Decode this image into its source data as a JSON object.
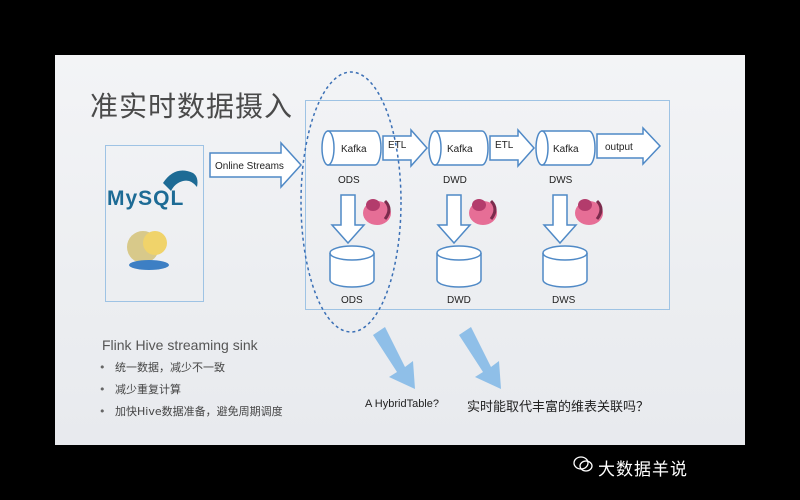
{
  "slide": {
    "title": "准实时数据摄入",
    "sources": {
      "mysql": "MySQL"
    },
    "pipeline": {
      "online_streams": "Online Streams",
      "kafka": "Kafka",
      "etl": "ETL",
      "output": "output",
      "layers": [
        "ODS",
        "DWD",
        "DWS"
      ]
    },
    "sink": {
      "title": "Flink Hive streaming sink",
      "bullets": [
        "统一数据，减少不一致",
        "减少重复计算",
        "加快Hive数据准备，避免周期调度"
      ]
    },
    "questions": [
      "A HybridTable?",
      "实时能取代丰富的维表关联吗？"
    ]
  },
  "watermark": "大数据羊说",
  "colors": {
    "accent": "#9ec3e4",
    "arrow_fill": "#8fbfe8",
    "mysql": "#1d6b95",
    "mysql_accent": "#e49a2d"
  }
}
